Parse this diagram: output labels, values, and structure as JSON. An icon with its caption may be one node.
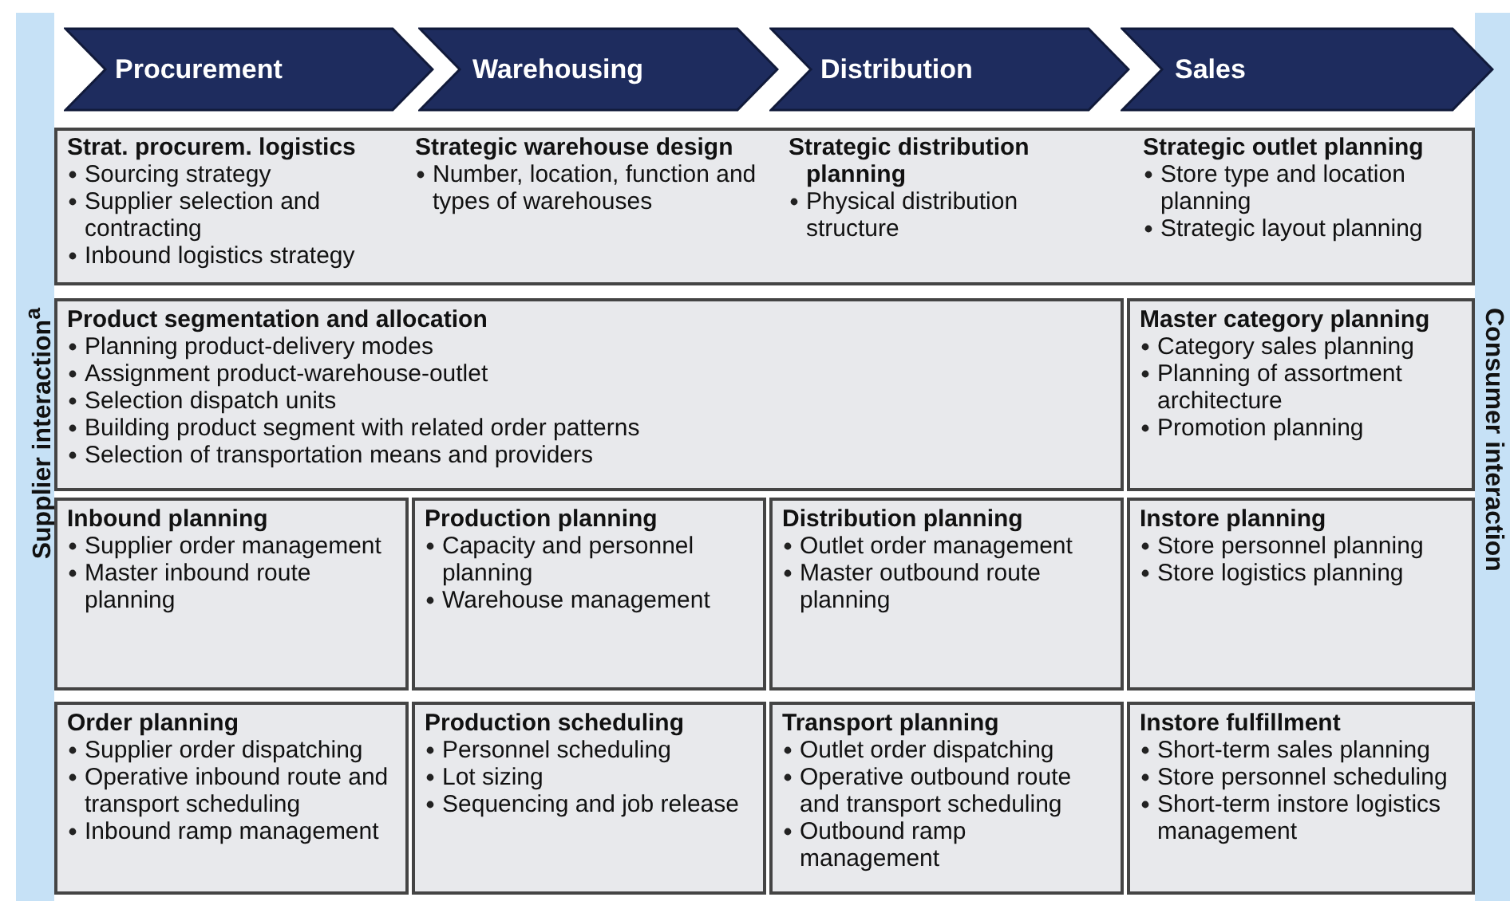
{
  "diagram": {
    "nodes": [
      {
        "text": [
          "Procurement"
        ]
      },
      {
        "text": [
          "Warehousing"
        ]
      },
      {
        "text": [
          "Distribution"
        ]
      },
      {
        "text": [
          "Sales"
        ]
      },
      {
        "text": [
          "Supplier interaction$^{a}$"
        ]
      },
      {
        "text": [],
        "shape": "box"
      },
      {
        "text": [
          "Strat. procurem. logistics",
          "Sourcing strategy",
          "Supplier selection and contracting",
          "Inbound logistics strategy"
        ],
        "in": 5
      },
      {
        "text": [
          "Strategic warehouse design",
          "Number, location, function and types of warehouses"
        ],
        "in": 5
      },
      {
        "text": [
          "Strategic distribution planning",
          "Physical distribution structure"
        ],
        "in": 5
      },
      {
        "text": [
          "Strategic outlet planning",
          "Store type and location planning",
          "Strategic layout planning"
        ],
        "in": 5
      },
      {
        "text": [
          "Product segmentation and allocation",
          "Planning product-delivery modes",
          "Assignment product-warehouse-outlet",
          "Selection dispatch units",
          "Building product segment with related order patterns",
          "Selection of transportation means and providers"
        ]
      },
      {
        "text": [
          "Master category planning",
          "Category sales planning",
          "Planning of assortment architecture",
          "Promotion planning"
        ]
      },
      {
        "text": [
          "Inbound planning",
          "Supplier order management",
          "Master inbound route planning"
        ]
      },
      {
        "text": [
          "Production planning",
          "Capacity and personnel planning",
          "Warehouse management"
        ]
      },
      {
        "text": [
          "Distribution planning",
          "Outlet order management",
          "Master outbound route planning"
        ]
      },
      {
        "text": [
          "Instore planning",
          "Store personnel planning",
          "Store logistics planning"
        ]
      },
      {
        "text": [
          "Order planning",
          "Supplier order dispatching",
          "Operative inbound route and transport scheduling",
          "Inbound ramp management"
        ]
      },
      {
        "text": [
          "Production scheduling",
          "Personnel scheduling",
          "Lot sizing",
          "Sequencing and job release"
        ]
      },
      {
        "text": [
          "Transport planning",
          "Outlet order dispatching",
          "Operative outbound route and transport scheduling",
          "Outbound ramp management"
        ]
      },
      {
        "text": [
          "Instore fulfillment",
          "Short-term sales planning",
          "Store personnel scheduling",
          "Short-term instore logistics management"
        ]
      },
      {
        "text": [
          "Consumer interaction"
        ]
      }
    ]
  }
}
